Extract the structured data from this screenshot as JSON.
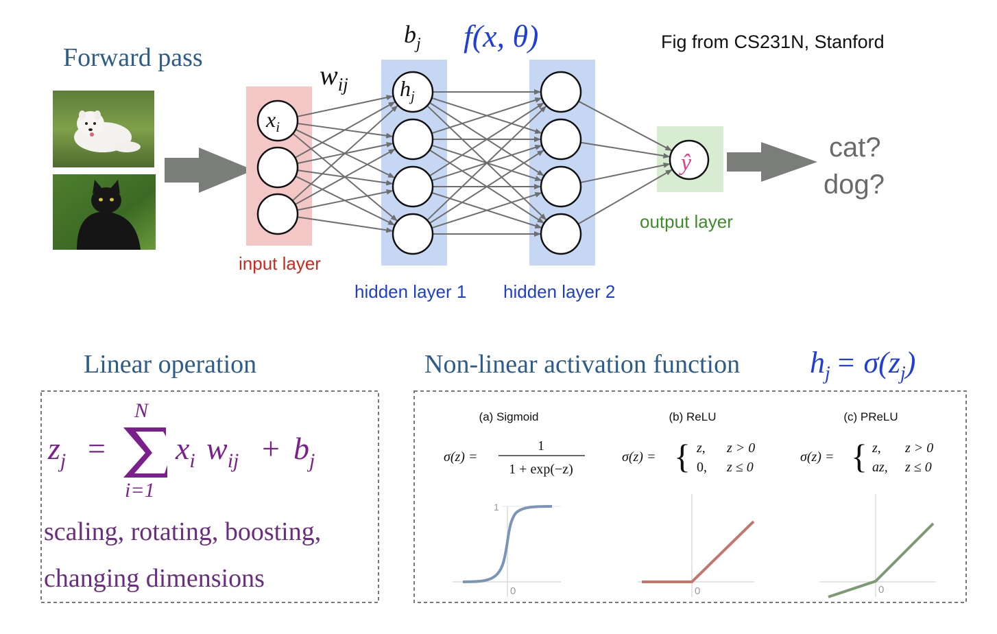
{
  "forward": {
    "title": "Forward pass",
    "credit": "Fig from CS231N, Stanford",
    "func": "f(x, θ)",
    "bias": "b",
    "bias_sub": "j",
    "weight": "w",
    "weight_sub": "ij",
    "input_node": "x",
    "input_node_sub": "i",
    "hidden_node": "h",
    "hidden_node_sub": "j",
    "output_node": "ŷ",
    "input_layer": "input layer",
    "hidden_layer_1": "hidden layer 1",
    "hidden_layer_2": "hidden layer 2",
    "output_layer": "output layer",
    "answer_cat": "cat?",
    "answer_dog": "dog?",
    "images": [
      "dog-photo",
      "cat-photo"
    ]
  },
  "linear": {
    "title": "Linear operation",
    "lhs": "z",
    "lhs_sub": "j",
    "equals": "=",
    "sum_top": "N",
    "sum_bottom": "i=1",
    "term_x": "x",
    "term_x_sub": "i",
    "term_w": "w",
    "term_w_sub": "ij",
    "plus": "+",
    "term_b": "b",
    "term_b_sub": "j",
    "desc_line1": "scaling, rotating, boosting,",
    "desc_line2": "changing dimensions"
  },
  "nonlinear": {
    "title": "Non-linear activation function",
    "formula_h": "h",
    "formula_h_sub": "j",
    "formula_rhs": "= σ(z",
    "formula_rhs_sub": "j",
    "formula_close": ")",
    "panels": [
      {
        "caption": "(a) Sigmoid",
        "eq_lhs": "σ(z) =",
        "numerator": "1",
        "denominator": "1 + exp(−z)",
        "y_tick": "1",
        "x_tick": "0"
      },
      {
        "caption": "(b) ReLU",
        "eq_lhs": "σ(z) =",
        "case1_val": "z,",
        "case1_cond": "z > 0",
        "case2_val": "0,",
        "case2_cond": "z ≤ 0",
        "x_tick": "0"
      },
      {
        "caption": "(c) PReLU",
        "eq_lhs": "σ(z) =",
        "case1_val": "z,",
        "case1_cond": "z > 0",
        "case2_val": "az,",
        "case2_cond": "z ≤ 0",
        "x_tick": "0"
      }
    ]
  },
  "colors": {
    "title_blue": "#2b5c8a",
    "formula_blue": "#1f3fd8",
    "purple": "#7a1f8c",
    "input_red": "#d0281e",
    "hidden_blue": "#1e3fc8",
    "output_green": "#3f8a2c",
    "input_fill": "#f4c7c7",
    "hidden_fill": "#c6d7f4",
    "output_fill": "#d7ecd0",
    "sigmoid": "#7a95b8",
    "relu": "#c4756c",
    "prelu": "#7c9a74",
    "edge": "#6e6e6e",
    "arrow": "#7a7d7a"
  }
}
